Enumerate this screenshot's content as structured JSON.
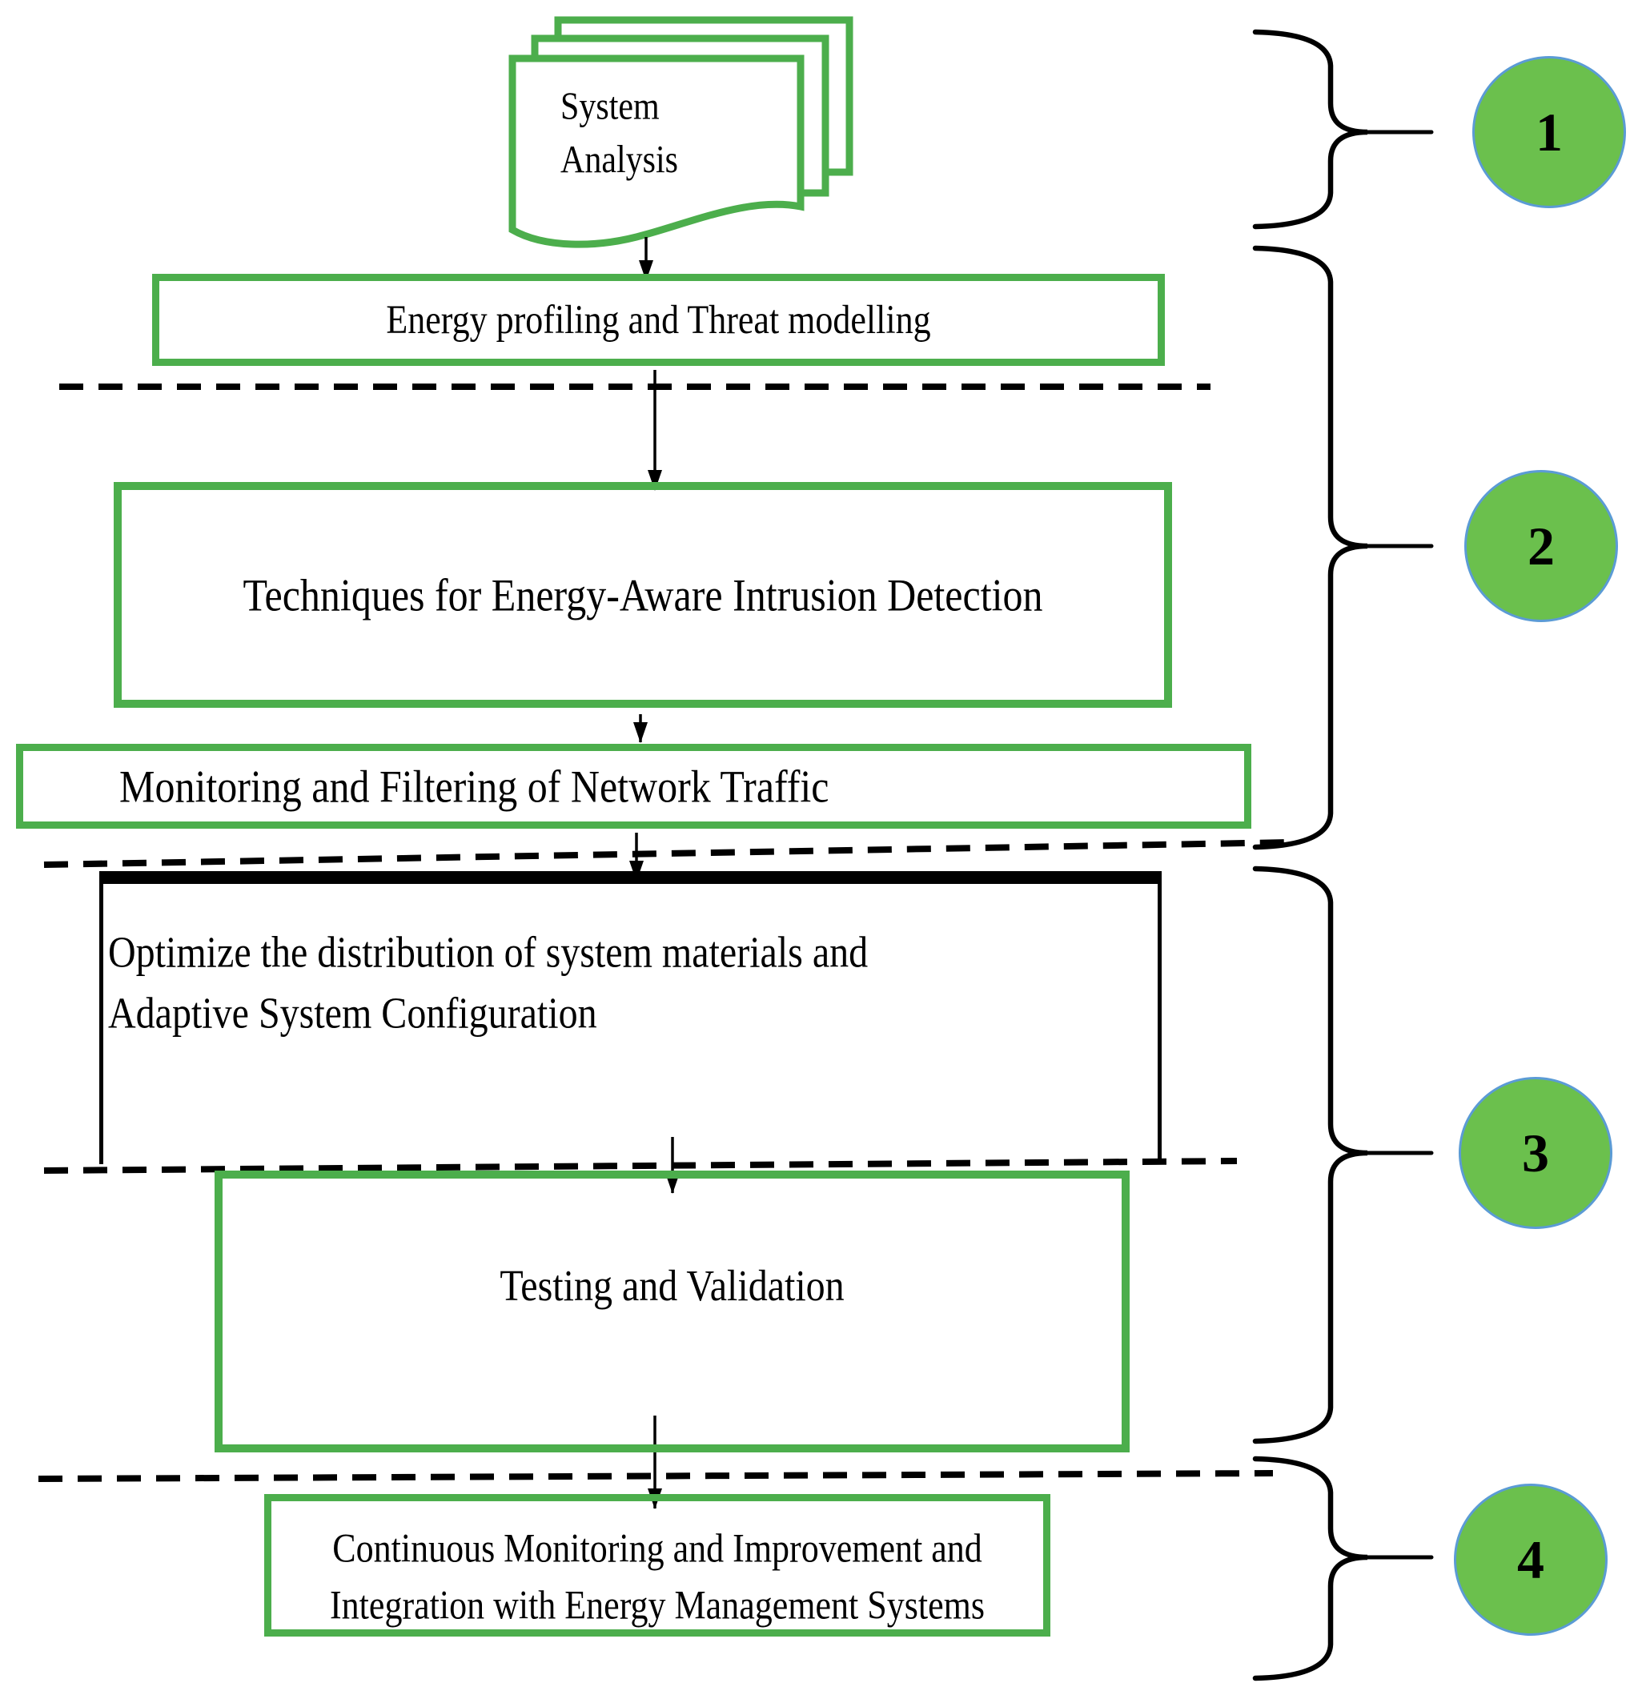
{
  "figure": {
    "type": "flowchart",
    "nodes": {
      "system_analysis": {
        "shape": "multi-document",
        "lines": [
          "System",
          "Analysis"
        ]
      },
      "energy_profiling": {
        "label": "Energy profiling and Threat modelling"
      },
      "techniques": {
        "label": "Techniques for Energy-Aware Intrusion Detection"
      },
      "monitoring": {
        "label": "Monitoring and Filtering of Network Traffic"
      },
      "optimize": {
        "lines": [
          "Optimize the distribution of system materials and",
          "Adaptive System Configuration"
        ]
      },
      "testing": {
        "label": "Testing and Validation"
      },
      "continuous": {
        "lines": [
          "Continuous Monitoring and Improvement and",
          "Integration with Energy Management Systems"
        ]
      }
    },
    "phases": [
      {
        "number": "1"
      },
      {
        "number": "2"
      },
      {
        "number": "3"
      },
      {
        "number": "4"
      }
    ],
    "colors": {
      "node_border_green": "#4cae4c",
      "phase_circle_fill": "#6bc04d",
      "phase_circle_stroke": "#5b9bd5",
      "connector_black": "#000000"
    }
  }
}
